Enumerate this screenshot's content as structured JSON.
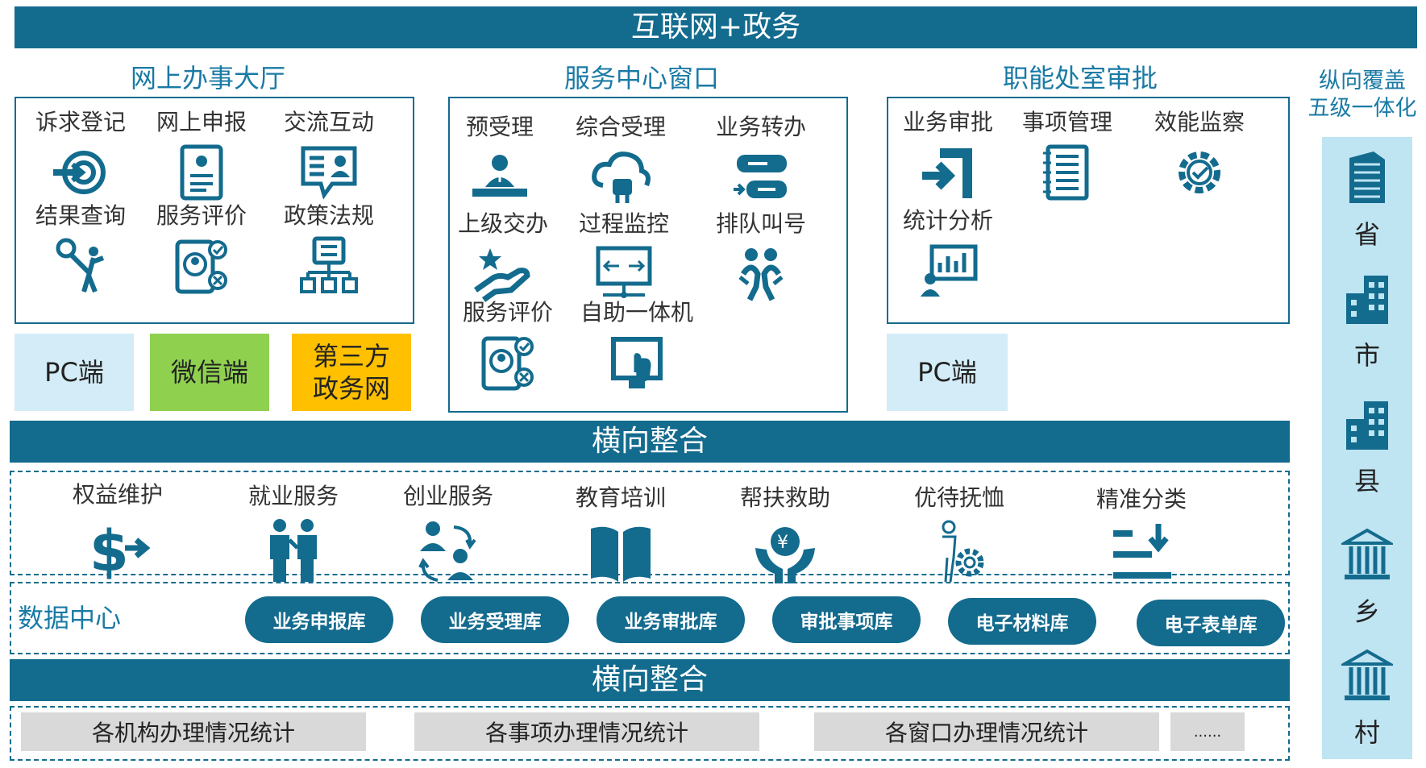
{
  "header": {
    "title": "互联网+政务"
  },
  "online_hall": {
    "title": "网上办事大厅",
    "items": [
      {
        "label": "诉求登记",
        "icon": "target-arrow-icon"
      },
      {
        "label": "网上申报",
        "icon": "document-form-icon"
      },
      {
        "label": "交流互动",
        "icon": "chat-user-icon"
      },
      {
        "label": "结果查询",
        "icon": "person-key-icon"
      },
      {
        "label": "服务评价",
        "icon": "tablet-rating-icon"
      },
      {
        "label": "政策法规",
        "icon": "network-tree-icon"
      }
    ],
    "channels": [
      "PC端",
      "微信端",
      "第三方政务网"
    ]
  },
  "service_center": {
    "title": "服务中心窗口",
    "items": [
      {
        "label": "预受理",
        "icon": "reception-desk-icon"
      },
      {
        "label": "综合受理",
        "icon": "cloud-plug-icon"
      },
      {
        "label": "业务转办",
        "icon": "server-transfer-icon"
      },
      {
        "label": "上级交办",
        "icon": "hand-star-icon"
      },
      {
        "label": "过程监控",
        "icon": "monitor-arrows-icon"
      },
      {
        "label": "排队叫号",
        "icon": "queue-people-icon"
      },
      {
        "label": "服务评价",
        "icon": "tablet-rating-icon"
      },
      {
        "label": "自助一体机",
        "icon": "touch-kiosk-icon"
      }
    ]
  },
  "approval_office": {
    "title": "职能处室审批",
    "items": [
      {
        "label": "业务审批",
        "icon": "enter-door-icon"
      },
      {
        "label": "事项管理",
        "icon": "notebook-list-icon"
      },
      {
        "label": "效能监察",
        "icon": "gear-check-icon"
      },
      {
        "label": "统计分析",
        "icon": "analytics-user-icon"
      }
    ],
    "channels": [
      "PC端"
    ]
  },
  "horizontal_integration": "横向整合",
  "services": [
    {
      "label": "权益维护",
      "icon": "dollar-arrow-icon"
    },
    {
      "label": "就业服务",
      "icon": "two-people-icon"
    },
    {
      "label": "创业服务",
      "icon": "people-exchange-icon"
    },
    {
      "label": "教育培训",
      "icon": "open-book-icon"
    },
    {
      "label": "帮扶救助",
      "icon": "hands-yuan-icon"
    },
    {
      "label": "优待抚恤",
      "icon": "person-gear-icon"
    },
    {
      "label": "精准分类",
      "icon": "sort-down-icon"
    }
  ],
  "data_center": {
    "title": "数据中心",
    "databases": [
      "业务申报库",
      "业务受理库",
      "业务审批库",
      "审批事项库",
      "电子材料库",
      "电子表单库"
    ]
  },
  "statistics": [
    "各机构办理情况统计",
    "各事项办理情况统计",
    "各窗口办理情况统计",
    "......"
  ],
  "vertical": {
    "title_line1": "纵向覆盖",
    "title_line2": "五级一体化",
    "levels": [
      {
        "label": "省",
        "icon": "skyscraper-icon"
      },
      {
        "label": "市",
        "icon": "office-building-icon"
      },
      {
        "label": "县",
        "icon": "office-building-icon"
      },
      {
        "label": "乡",
        "icon": "government-building-icon"
      },
      {
        "label": "村",
        "icon": "government-building-icon"
      }
    ]
  },
  "colors": {
    "primary": "#136b8e",
    "title_blue": "#1a7aa5",
    "tile_light_blue": "#d3ecf7",
    "tile_green": "#8fd14f",
    "tile_orange": "#ffc000",
    "side_column": "#bfe4f2",
    "stat_gray": "#d9d9d9"
  }
}
